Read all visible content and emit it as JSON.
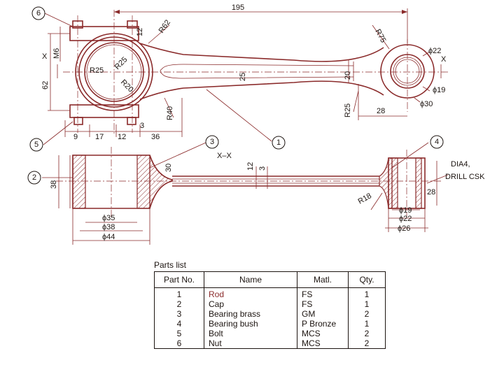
{
  "dimensions": {
    "d195": "195",
    "r62": "R62",
    "r75": "R75",
    "d12top": "12",
    "m6": "M6",
    "d62": "62",
    "r25a": "R25",
    "r25b": "R25",
    "r20": "R20",
    "d25": "25",
    "d20": "20",
    "r25c": "R25",
    "r40": "R40",
    "phi22": "ϕ22",
    "phi19": "ϕ19",
    "phi30": "ϕ30",
    "d28a": "28",
    "d9": "9",
    "d17": "17",
    "d12b": "12",
    "d3a": "3",
    "d36": "36",
    "x_left": "X",
    "x_right": "X",
    "section": "X–X",
    "d30": "30",
    "d12c": "12",
    "d3b": "3",
    "d38": "38",
    "r18": "R18",
    "phi35": "ϕ35",
    "phi38": "ϕ38",
    "phi44": "ϕ44",
    "phi19b": "ϕ19",
    "phi22b": "ϕ22",
    "phi26": "ϕ26",
    "d28b": "28",
    "dia4": "DIA4,",
    "drill": "DRILL CSK"
  },
  "bubbles": [
    "1",
    "2",
    "3",
    "4",
    "5",
    "6"
  ],
  "parts_list": {
    "title": "Parts list",
    "headers": [
      "Part No.",
      "Name",
      "Matl.",
      "Qty."
    ],
    "rows": [
      [
        "1",
        "Rod",
        "FS",
        "1"
      ],
      [
        "2",
        "Cap",
        "FS",
        "1"
      ],
      [
        "3",
        "Bearing brass",
        "GM",
        "2"
      ],
      [
        "4",
        "Bearing bush",
        "P Bronze",
        "1"
      ],
      [
        "5",
        "Bolt",
        "MCS",
        "2"
      ],
      [
        "6",
        "Nut",
        "MCS",
        "2"
      ]
    ]
  },
  "colors": {
    "line": "#8a2a2a",
    "text": "#1c1410",
    "highlight": "#8a2a2a"
  }
}
